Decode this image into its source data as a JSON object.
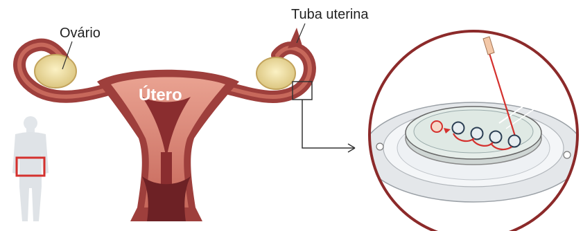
{
  "labels": {
    "ovary": "Ovário",
    "fallopian_tube": "Tuba uterina",
    "uterus": "Útero"
  },
  "colors": {
    "organ_red": "#9e3f3c",
    "organ_dark": "#6d2125",
    "organ_pink": "#d98a7d",
    "ovary_yellow": "#f1e2a0",
    "highlight_red": "#d4312e",
    "circle_border": "#8c2a2a",
    "body_silhouette": "#dfe3e7"
  }
}
